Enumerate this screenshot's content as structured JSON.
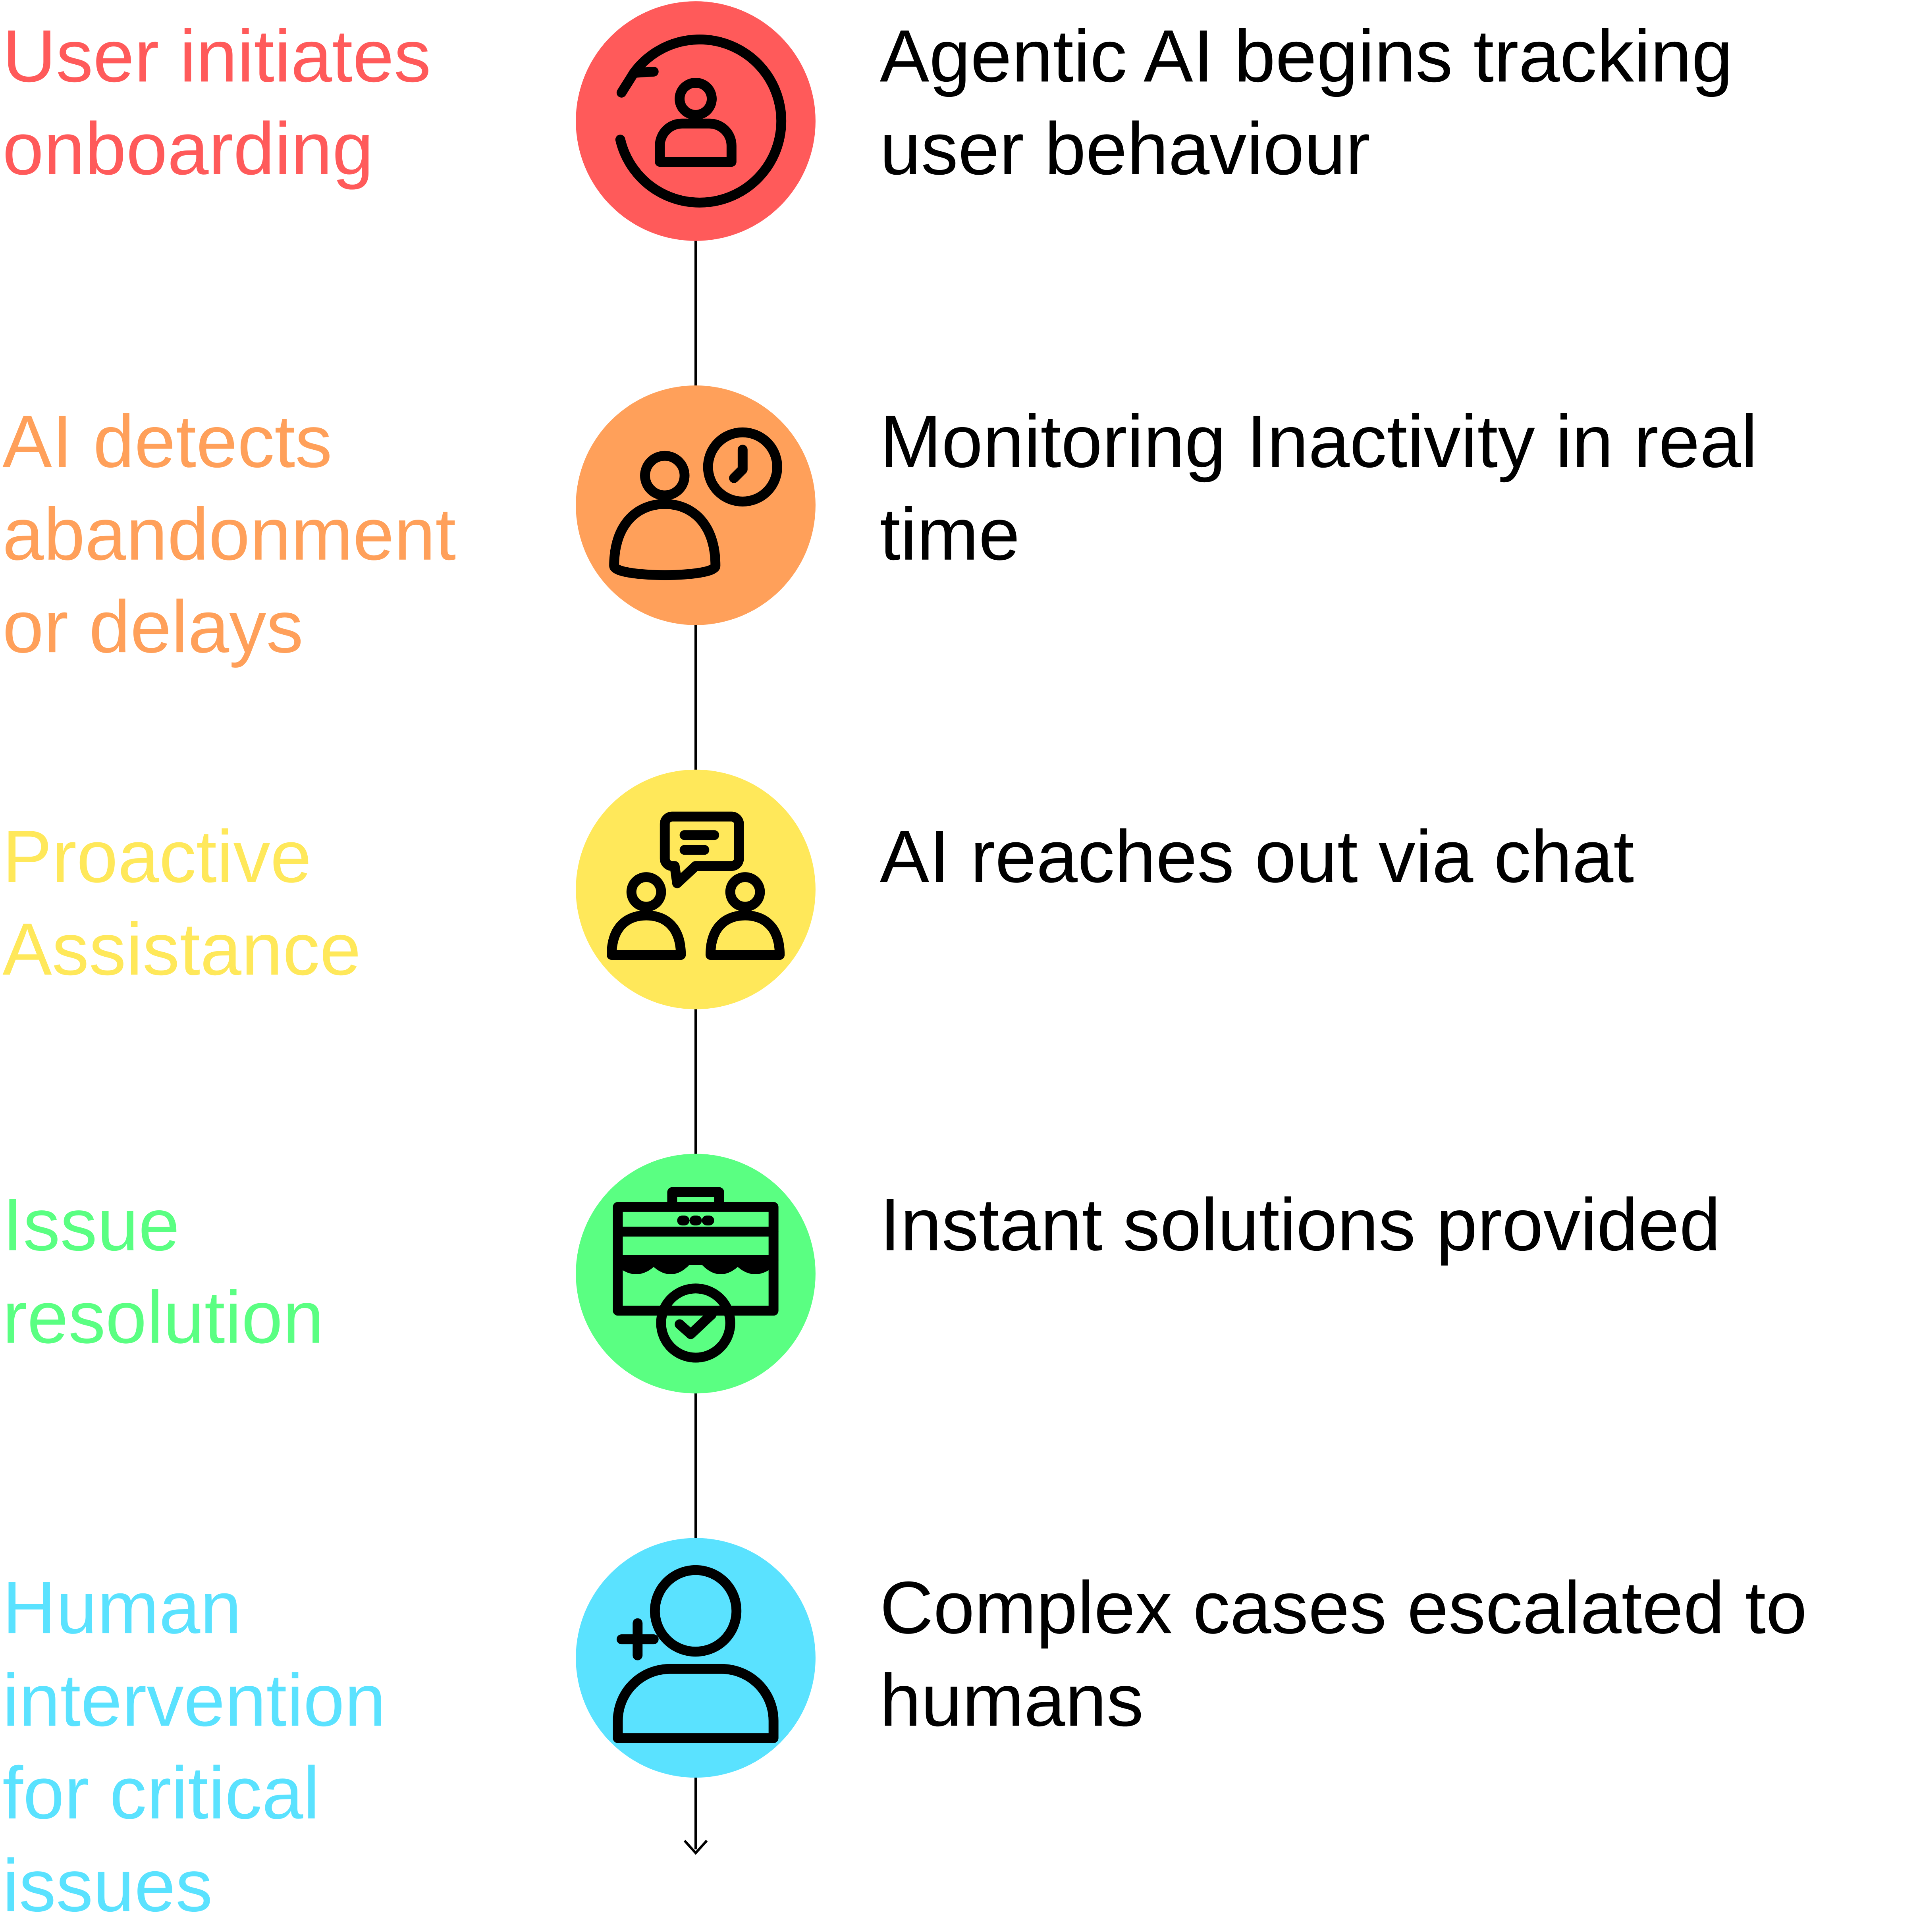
{
  "flow": {
    "steps": [
      {
        "title": "User initiates\nonboarding",
        "description": "Agentic AI begins tracking\nuser behaviour",
        "icon": "user-refresh-icon",
        "color": "#ff5a5a"
      },
      {
        "title": "AI detects\nabandonment\nor delays",
        "description": "Monitoring Inactivity in real\ntime",
        "icon": "user-clock-icon",
        "color": "#ffa05a"
      },
      {
        "title": "Proactive\nAssistance",
        "description": "AI reaches out via chat",
        "icon": "chat-users-icon",
        "color": "#ffe85a"
      },
      {
        "title": "Issue\nresolution",
        "description": "Instant solutions provided",
        "icon": "toolbox-check-icon",
        "color": "#5aff82"
      },
      {
        "title": "Human\nintervention\nfor critical\nissues",
        "description": "Complex cases escalated to\nhumans",
        "icon": "add-user-icon",
        "color": "#5ae2ff"
      }
    ]
  }
}
